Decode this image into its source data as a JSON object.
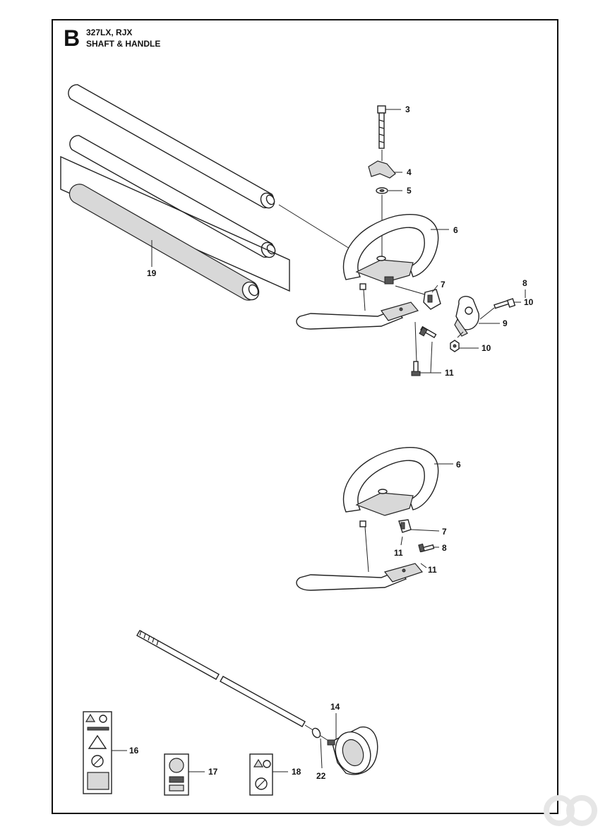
{
  "header": {
    "section_letter": "B",
    "model": "327LX, RJX",
    "title": "SHAFT & HANDLE"
  },
  "callouts": {
    "c3": "3",
    "c4": "4",
    "c5": "5",
    "c6a": "6",
    "c7a": "7",
    "c8a": "8",
    "c10a": "10",
    "c9": "9",
    "c10b": "10",
    "c11a": "11",
    "c19": "19",
    "c6b": "6",
    "c7b": "7",
    "c11b": "11",
    "c8b": "8",
    "c11c": "11",
    "c14": "14",
    "c22": "22",
    "c16": "16",
    "c17": "17",
    "c18": "18"
  },
  "colors": {
    "line": "#222222",
    "frame": "#111111",
    "shade": "#d8d8d8"
  }
}
